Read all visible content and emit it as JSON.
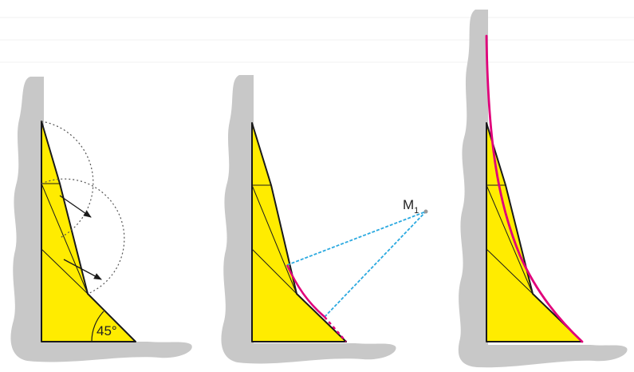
{
  "angle_label": "45°",
  "point_label": "M",
  "point_subscript": "1",
  "colors": {
    "background": "#ffffff",
    "gridline": "#f2f2f2",
    "wall_gray": "#c8c8c8",
    "fill_yellow": "#ffec00",
    "outline": "#1a1a1a",
    "arrow": "#1a1a1a",
    "dotted": "#555555",
    "construction_blue": "#2aa9e0",
    "curve_magenta": "#e0007a"
  }
}
